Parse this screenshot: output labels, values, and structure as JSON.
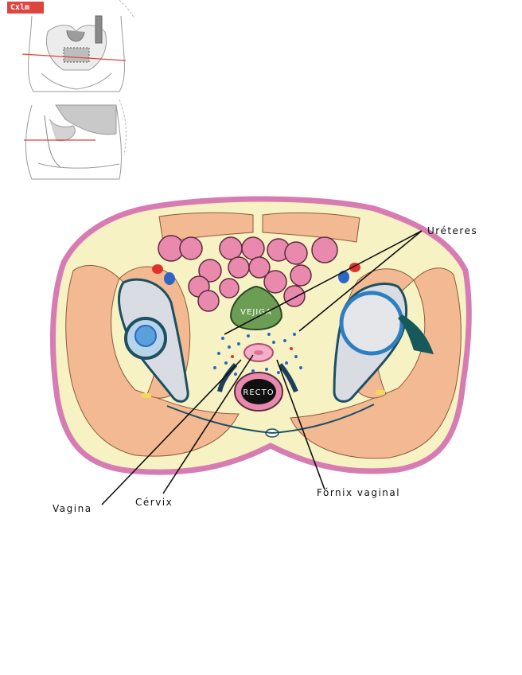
{
  "thumbnail_tag": "Cxlm",
  "organ_labels": {
    "bladder": "VEJIGA",
    "rectum": "RECTO"
  },
  "callouts": {
    "ureters": "Uréteres",
    "vagina": "Vagina",
    "cervix": "Cérvix",
    "fornix": "Fórnix vaginal"
  },
  "colors": {
    "skin_outline": "#d77cb3",
    "fat": "#f7f2c4",
    "muscle": "#f2b992",
    "bladder": "#6c9d55",
    "bowel": "#e889ad",
    "bone": "#d9dce2",
    "bone_outline": "#1c5062",
    "artery": "#e0322c",
    "vein": "#2d66c7",
    "tag": "#e0443e"
  }
}
